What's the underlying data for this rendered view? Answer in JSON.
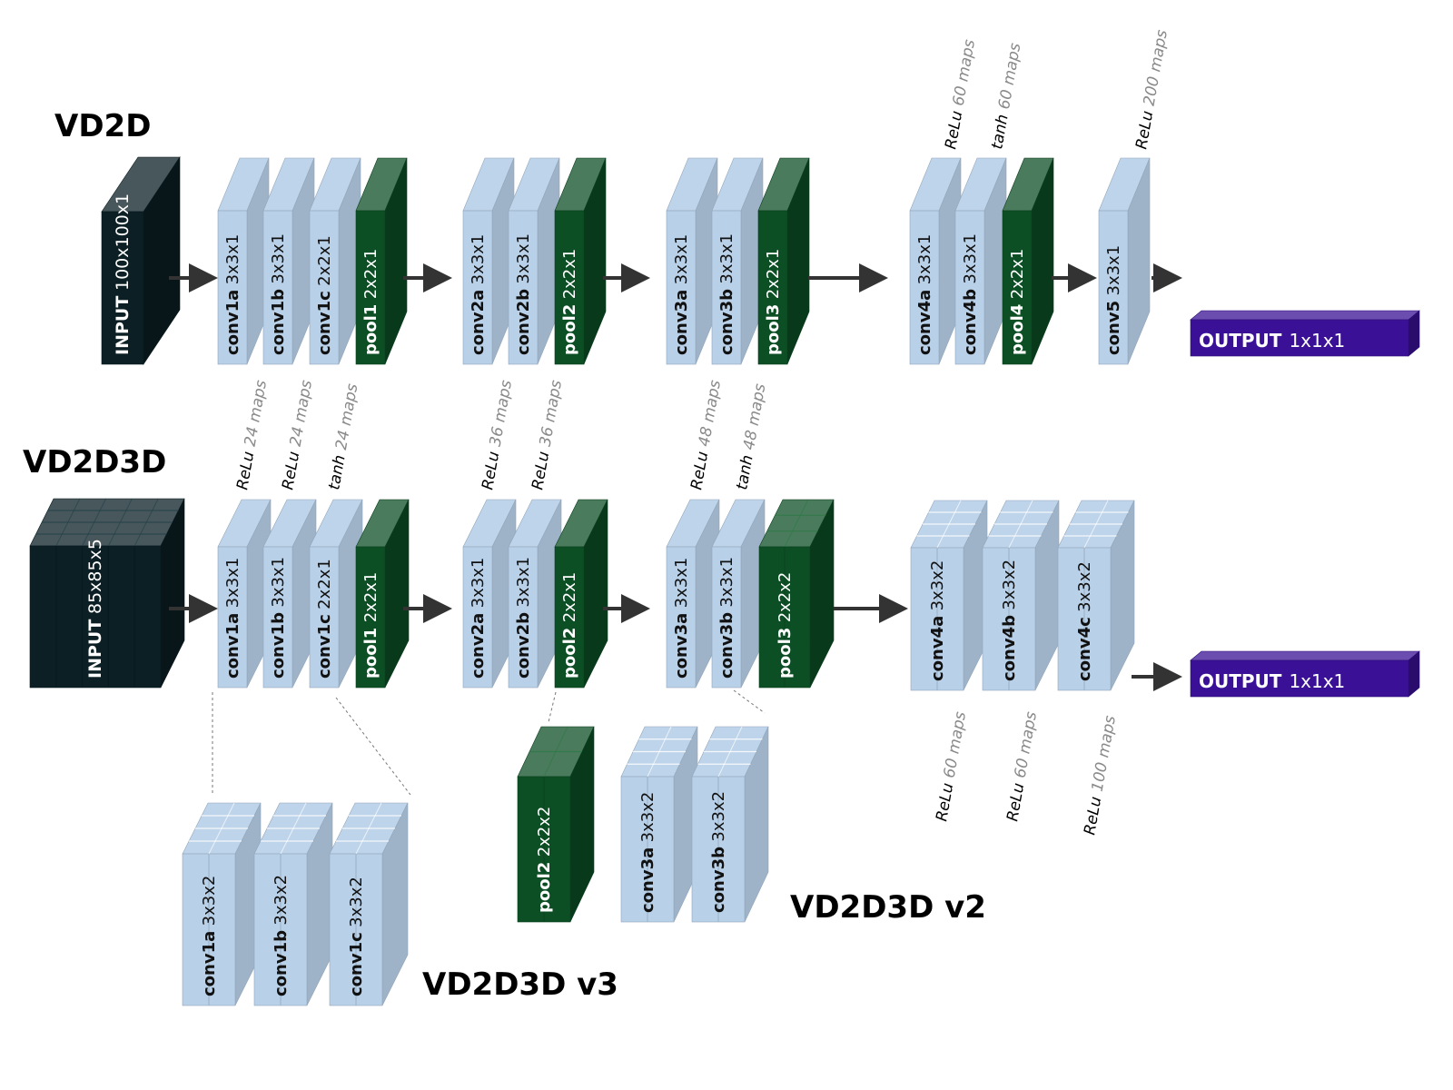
{
  "titles": {
    "vd2d": "VD2D",
    "vd2d3d": "VD2D3D",
    "v2": "VD2D3D v2",
    "v3": "VD2D3D v3"
  },
  "colors": {
    "conv": "#b8d0e8",
    "pool": "#0d4f25",
    "input": "#0b1f24",
    "output": "#3a1196",
    "arrow": "#333333"
  },
  "vd2d": {
    "input": {
      "name": "INPUT",
      "size": "100x100x1"
    },
    "layers": [
      {
        "name": "conv1a",
        "size": "3x3x1",
        "type": "conv"
      },
      {
        "name": "conv1b",
        "size": "3x3x1",
        "type": "conv"
      },
      {
        "name": "conv1c",
        "size": "2x2x1",
        "type": "conv"
      },
      {
        "name": "pool1",
        "size": "2x2x1",
        "type": "pool"
      },
      {
        "name": "conv2a",
        "size": "3x3x1",
        "type": "conv"
      },
      {
        "name": "conv2b",
        "size": "3x3x1",
        "type": "conv"
      },
      {
        "name": "pool2",
        "size": "2x2x1",
        "type": "pool"
      },
      {
        "name": "conv3a",
        "size": "3x3x1",
        "type": "conv"
      },
      {
        "name": "conv3b",
        "size": "3x3x1",
        "type": "conv"
      },
      {
        "name": "pool3",
        "size": "2x2x1",
        "type": "pool"
      },
      {
        "name": "conv4a",
        "size": "3x3x1",
        "type": "conv"
      },
      {
        "name": "conv4b",
        "size": "3x3x1",
        "type": "conv"
      },
      {
        "name": "pool4",
        "size": "2x2x1",
        "type": "pool"
      },
      {
        "name": "conv5",
        "size": "3x3x1",
        "type": "conv"
      }
    ],
    "output": {
      "name": "OUTPUT",
      "size": "1x1x1"
    },
    "activations_top": [
      {
        "fn": "ReLu",
        "maps": "60 maps"
      },
      {
        "fn": "tanh",
        "maps": "60 maps"
      },
      {
        "fn": "ReLu",
        "maps": "200 maps"
      }
    ]
  },
  "activations_mid": [
    {
      "fn": "ReLu",
      "maps": "24 maps"
    },
    {
      "fn": "ReLu",
      "maps": "24 maps"
    },
    {
      "fn": "tanh",
      "maps": "24 maps"
    },
    {
      "fn": "ReLu",
      "maps": "36 maps"
    },
    {
      "fn": "ReLu",
      "maps": "36 maps"
    },
    {
      "fn": "ReLu",
      "maps": "48 maps"
    },
    {
      "fn": "tanh",
      "maps": "48 maps"
    }
  ],
  "vd2d3d": {
    "input": {
      "name": "INPUT",
      "size": "85x85x5"
    },
    "layers": [
      {
        "name": "conv1a",
        "size": "3x3x1",
        "type": "conv"
      },
      {
        "name": "conv1b",
        "size": "3x3x1",
        "type": "conv"
      },
      {
        "name": "conv1c",
        "size": "2x2x1",
        "type": "conv"
      },
      {
        "name": "pool1",
        "size": "2x2x1",
        "type": "pool"
      },
      {
        "name": "conv2a",
        "size": "3x3x1",
        "type": "conv"
      },
      {
        "name": "conv2b",
        "size": "3x3x1",
        "type": "conv"
      },
      {
        "name": "pool2",
        "size": "2x2x1",
        "type": "pool"
      },
      {
        "name": "conv3a",
        "size": "3x3x1",
        "type": "conv"
      },
      {
        "name": "conv3b",
        "size": "3x3x1",
        "type": "conv"
      },
      {
        "name": "pool3",
        "size": "2x2x2",
        "type": "pool"
      },
      {
        "name": "conv4a",
        "size": "3x3x2",
        "type": "conv"
      },
      {
        "name": "conv4b",
        "size": "3x3x2",
        "type": "conv"
      },
      {
        "name": "conv4c",
        "size": "3x3x2",
        "type": "conv"
      }
    ],
    "output": {
      "name": "OUTPUT",
      "size": "1x1x1"
    },
    "activations_bottom": [
      {
        "fn": "ReLu",
        "maps": "60 maps"
      },
      {
        "fn": "ReLu",
        "maps": "60 maps"
      },
      {
        "fn": "ReLu",
        "maps": "100 maps"
      }
    ]
  },
  "v2": {
    "layers": [
      {
        "name": "pool2",
        "size": "2x2x2",
        "type": "pool"
      },
      {
        "name": "conv3a",
        "size": "3x3x2",
        "type": "conv"
      },
      {
        "name": "conv3b",
        "size": "3x3x2",
        "type": "conv"
      }
    ]
  },
  "v3": {
    "layers": [
      {
        "name": "conv1a",
        "size": "3x3x2",
        "type": "conv"
      },
      {
        "name": "conv1b",
        "size": "3x3x2",
        "type": "conv"
      },
      {
        "name": "conv1c",
        "size": "3x3x2",
        "type": "conv"
      }
    ]
  }
}
